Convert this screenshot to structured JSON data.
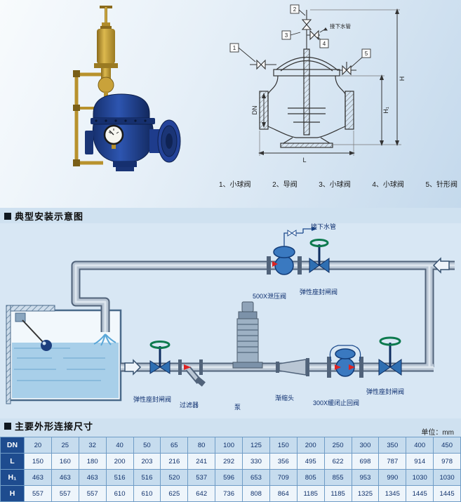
{
  "sections": {
    "installation_title": "典型安装示意图",
    "dimensions_title": "主要外形连接尺寸"
  },
  "top": {
    "caption": [
      "1、小球阀",
      "2、导阀",
      "3、小球阀",
      "4、小球阀",
      "5、针形阀"
    ],
    "callouts": [
      "1",
      "2",
      "3",
      "4",
      "5"
    ],
    "dims": {
      "dn": "DN",
      "l": "L",
      "h1": "H₁",
      "h": "H"
    },
    "drain_label": "接下水管"
  },
  "install": {
    "labels": {
      "drain": "接下水管",
      "relief": "500X泄压阀",
      "gate_top": "弹性座封闸阀",
      "gate1": "弹性座封闸阀",
      "strainer": "过滤器",
      "pump": "泵",
      "reducer": "渐缩头",
      "check": "300X缓闭止回阀",
      "gate2": "弹性座封闸阀"
    }
  },
  "table": {
    "unit": "单位：mm",
    "rows": [
      {
        "label": "DN",
        "values": [
          "20",
          "25",
          "32",
          "40",
          "50",
          "65",
          "80",
          "100",
          "125",
          "150",
          "200",
          "250",
          "300",
          "350",
          "400",
          "450"
        ]
      },
      {
        "label": "L",
        "values": [
          "150",
          "160",
          "180",
          "200",
          "203",
          "216",
          "241",
          "292",
          "330",
          "356",
          "495",
          "622",
          "698",
          "787",
          "914",
          "978"
        ]
      },
      {
        "label": "H₁",
        "values": [
          "463",
          "463",
          "463",
          "516",
          "516",
          "520",
          "537",
          "596",
          "653",
          "709",
          "805",
          "855",
          "953",
          "990",
          "1030",
          "1030"
        ]
      },
      {
        "label": "H",
        "values": [
          "557",
          "557",
          "557",
          "610",
          "610",
          "625",
          "642",
          "736",
          "808",
          "864",
          "1185",
          "1185",
          "1325",
          "1345",
          "1445",
          "1445"
        ]
      }
    ]
  }
}
